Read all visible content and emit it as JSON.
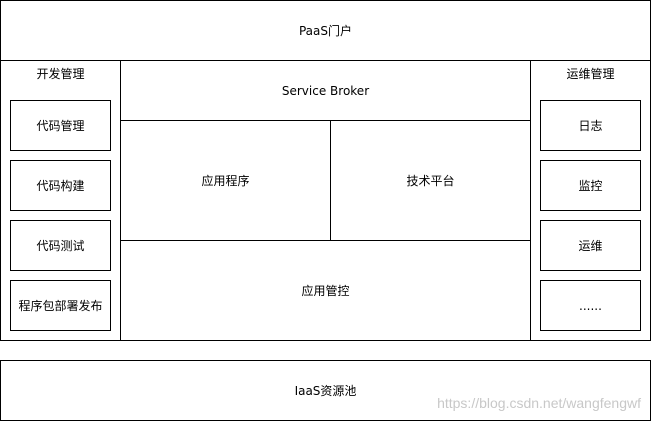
{
  "paas": {
    "title": "PaaS门户"
  },
  "dev": {
    "title": "开发管理",
    "items": [
      "代码管理",
      "代码构建",
      "代码测试",
      "程序包部署发布"
    ]
  },
  "center": {
    "broker": "Service Broker",
    "app": "应用程序",
    "tech": "技术平台",
    "control": "应用管控"
  },
  "ops": {
    "title": "运维管理",
    "items": [
      "日志",
      "监控",
      "运维",
      "......"
    ]
  },
  "iaas": {
    "title": "IaaS资源池"
  },
  "watermark": "https://blog.csdn.net/wangfengwf",
  "colors": {
    "border": "#000000",
    "background": "#ffffff",
    "watermark": "#c8c8c8"
  }
}
